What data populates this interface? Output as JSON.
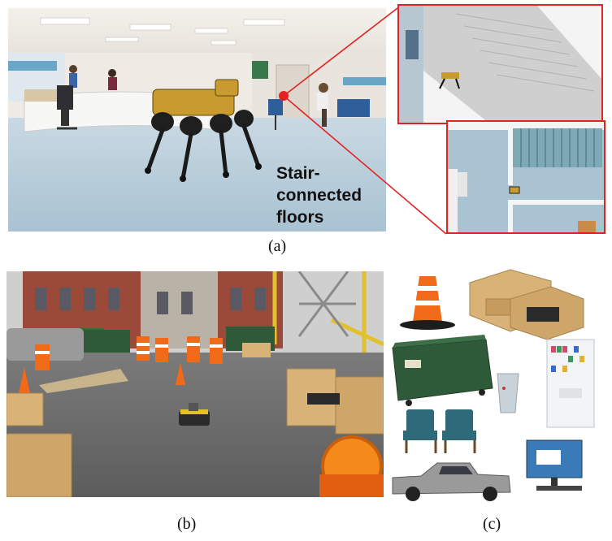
{
  "panel_a": {
    "overlay_text_line1": "Stair-",
    "overlay_text_line2": "connected",
    "overlay_text_line3": "floors"
  },
  "captions": {
    "a": "(a)",
    "b": "(b)",
    "c": "(c)"
  },
  "colors": {
    "callout_red": "#e52222",
    "robot_gold": "#c99a2e",
    "floor_blue": "#b9cfdc",
    "asphalt": "#6e6e6e",
    "brick": "#9b4a3a",
    "cone_orange": "#f06a1a"
  }
}
